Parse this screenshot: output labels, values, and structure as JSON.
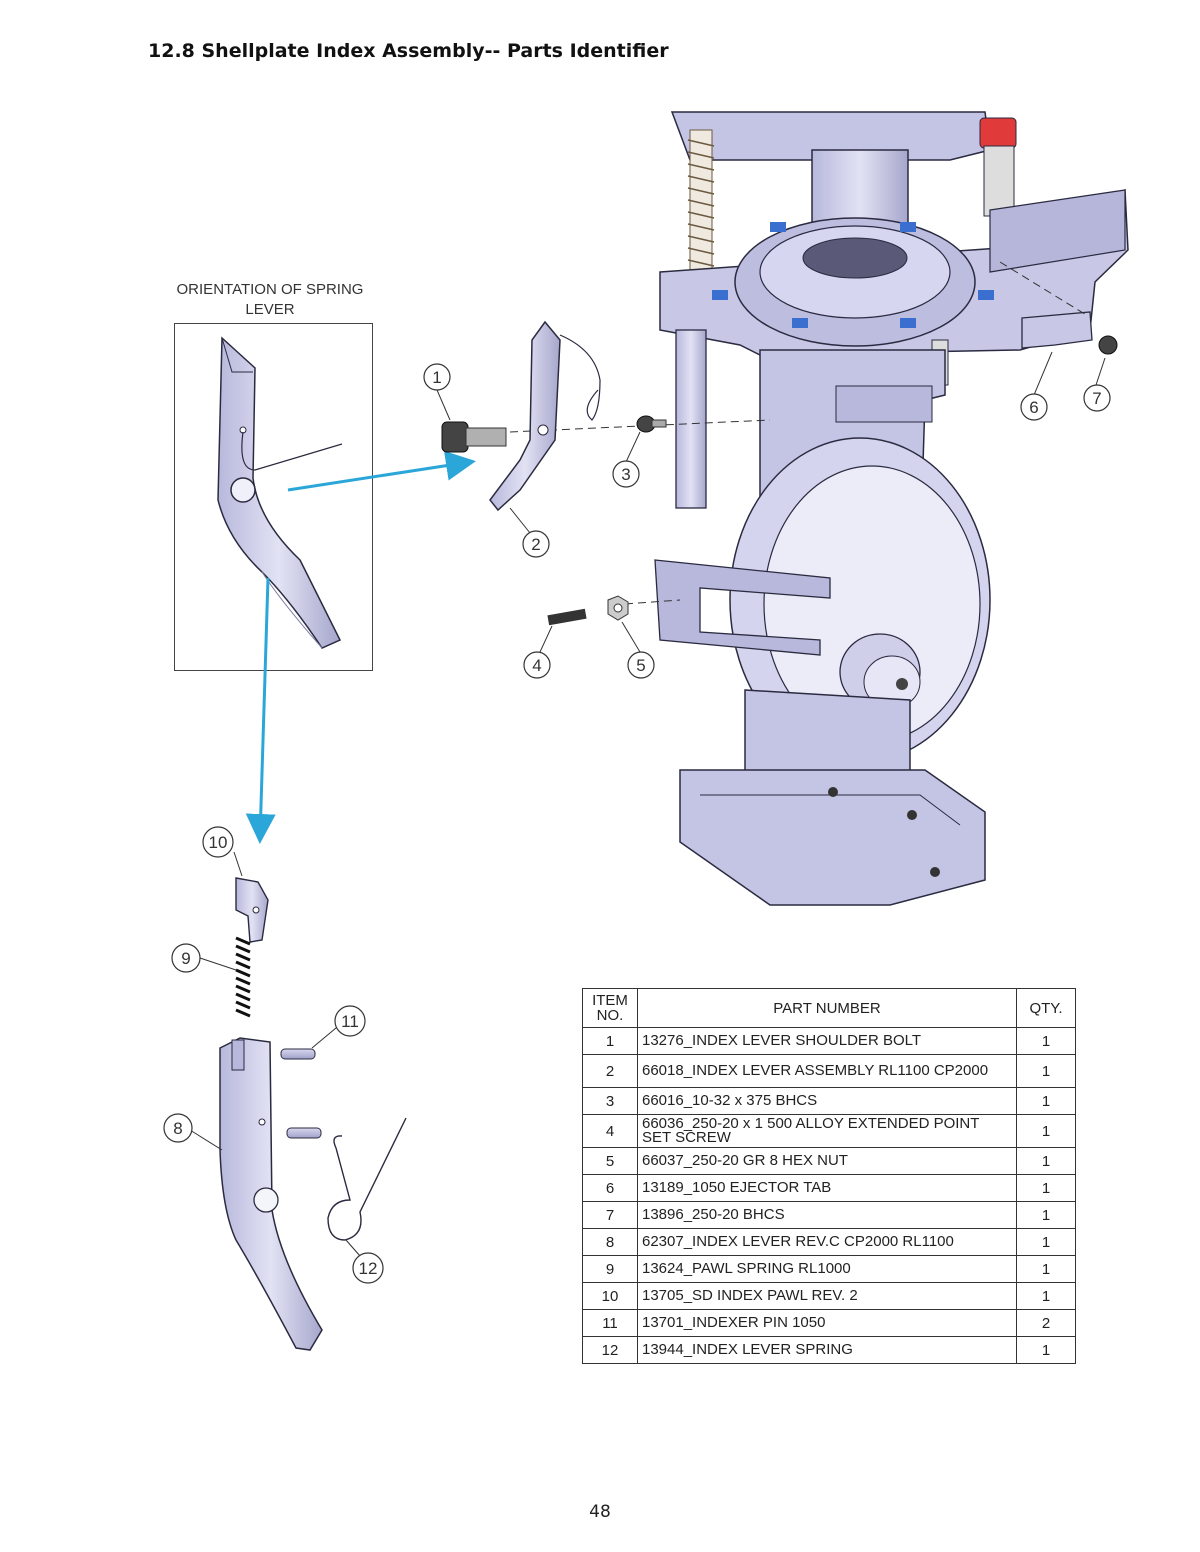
{
  "page": {
    "title": "12.8 Shellplate Index Assembly-- Parts Identifier",
    "page_number": "48"
  },
  "orientation": {
    "caption": "ORIENTATION OF SPRING LEVER"
  },
  "callouts": [
    "1",
    "2",
    "3",
    "4",
    "5",
    "6",
    "7",
    "8",
    "9",
    "10",
    "11",
    "12"
  ],
  "parts_table": {
    "headers": {
      "item": "ITEM NO.",
      "part": "PART NUMBER",
      "qty": "QTY."
    },
    "rows": [
      {
        "item": "1",
        "part": "13276_INDEX LEVER SHOULDER BOLT",
        "qty": "1"
      },
      {
        "item": "2",
        "part": "66018_INDEX LEVER ASSEMBLY RL1100 CP2000",
        "qty": "1"
      },
      {
        "item": "3",
        "part": "66016_10-32 x 375 BHCS",
        "qty": "1"
      },
      {
        "item": "4",
        "part": "66036_250-20 x 1 500 ALLOY EXTENDED POINT SET SCREW",
        "qty": "1"
      },
      {
        "item": "5",
        "part": "66037_250-20 GR 8 HEX NUT",
        "qty": "1"
      },
      {
        "item": "6",
        "part": "13189_1050 EJECTOR TAB",
        "qty": "1"
      },
      {
        "item": "7",
        "part": "13896_250-20 BHCS",
        "qty": "1"
      },
      {
        "item": "8",
        "part": "62307_INDEX LEVER REV.C CP2000 RL1100",
        "qty": "1"
      },
      {
        "item": "9",
        "part": "13624_PAWL SPRING RL1000",
        "qty": "1"
      },
      {
        "item": "10",
        "part": "13705_SD INDEX PAWL REV. 2",
        "qty": "1"
      },
      {
        "item": "11",
        "part": "13701_INDEXER PIN 1050",
        "qty": "2"
      },
      {
        "item": "12",
        "part": "13944_INDEX LEVER SPRING",
        "qty": "1"
      }
    ]
  },
  "colors": {
    "arrow": "#2ba6d9",
    "part_fill": "#c9c9e8",
    "part_shadow": "#9c9cc4",
    "outline": "#2a2a40",
    "accent_red": "#e03a3a",
    "tab_blue": "#3a6fd0"
  }
}
